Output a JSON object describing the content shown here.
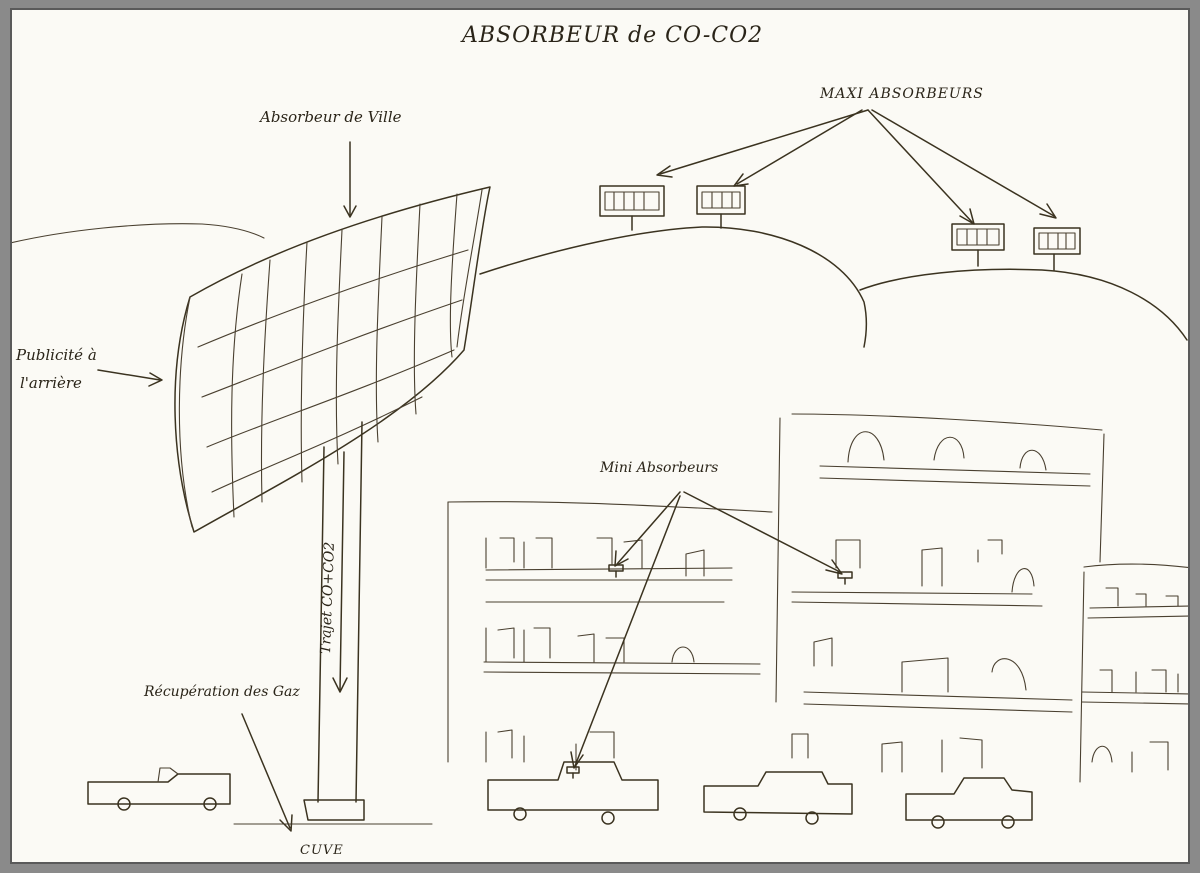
{
  "diagram": {
    "title": "ABSORBEUR de CO-CO2",
    "labels": {
      "city_absorber": "Absorbeur de Ville",
      "maxi_absorbers": "MAXI ABSORBEURS",
      "mini_absorbers": "Mini Absorbeurs",
      "advertising_line1": "Publicité à",
      "advertising_line2": "l'arrière",
      "gas_path": "Trajet CO+CO2",
      "gas_recovery": "Récupération des Gaz",
      "tank": "CUVE"
    },
    "colors": {
      "ink": "#3b3320",
      "paper": "#fbfaf5",
      "frame": "#8a8a8a"
    }
  }
}
